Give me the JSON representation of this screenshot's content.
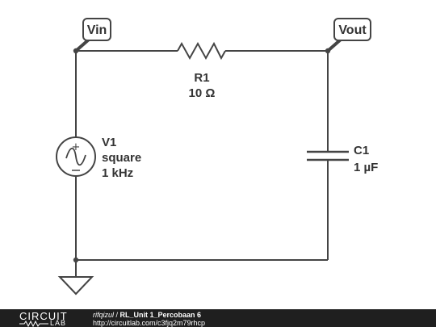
{
  "nets": {
    "vin": "Vin",
    "vout": "Vout"
  },
  "components": {
    "resistor": {
      "name": "R1",
      "value": "10 Ω"
    },
    "source": {
      "name": "V1",
      "type": "square",
      "frequency": "1 kHz"
    },
    "capacitor": {
      "name": "C1",
      "value": "1 µF"
    }
  },
  "footer": {
    "logo_top": "CIRCUIT",
    "logo_bottom": "LAB",
    "user": "rifqizul",
    "separator": " / ",
    "title": "RL_Unit 1_Percobaan 6",
    "url": "http://circuitlab.com/c3fjq2m79rhcp"
  }
}
